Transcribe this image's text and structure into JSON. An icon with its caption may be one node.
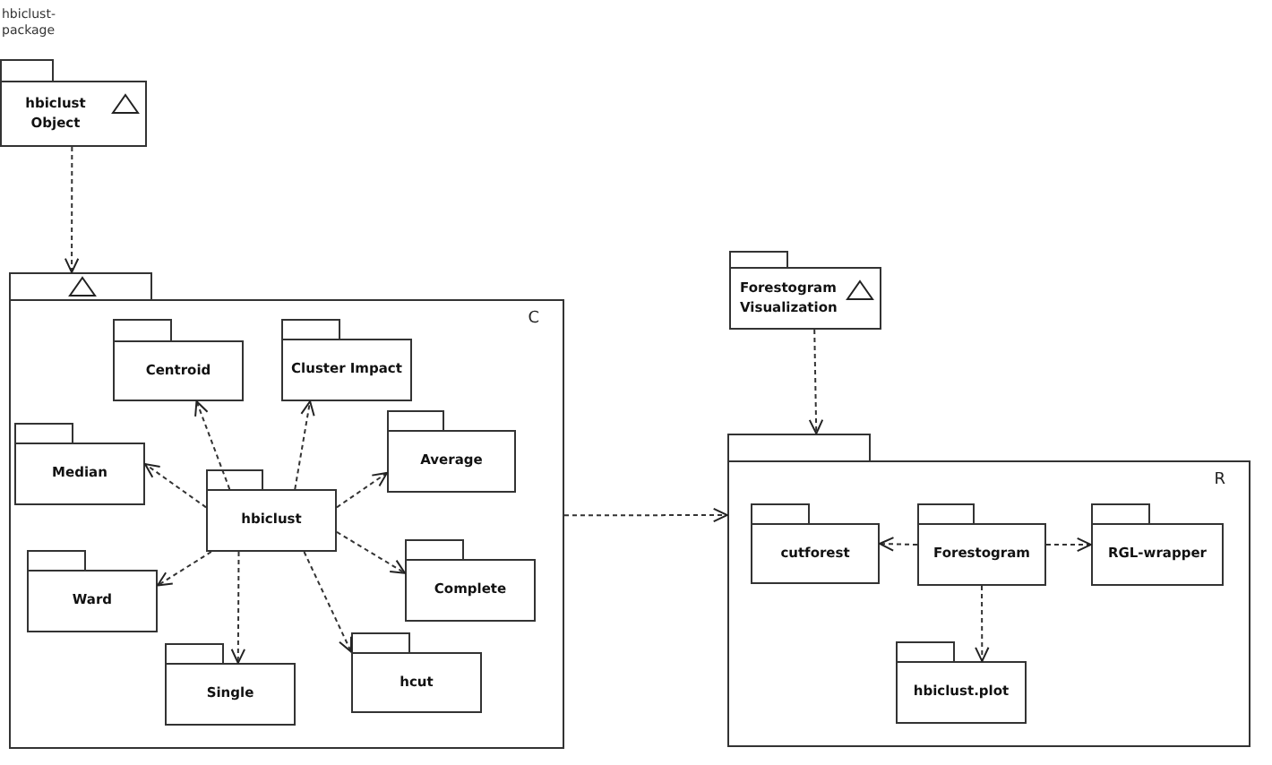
{
  "diagram": {
    "nodes": [
      {
        "text": [
          "hbiclust Object"
        ]
      },
      {
        "text": [
          "C"
        ]
      },
      {
        "text": [
          "Centroid"
        ],
        "in": 1
      },
      {
        "text": [
          "Cluster Impact"
        ],
        "in": 1
      },
      {
        "text": [
          "Median"
        ],
        "in": 1
      },
      {
        "text": [
          "hbiclust"
        ],
        "in": 1
      },
      {
        "text": [
          "Average"
        ],
        "in": 1
      },
      {
        "text": [
          "Ward"
        ],
        "in": 1
      },
      {
        "text": [
          "Complete"
        ],
        "in": 1
      },
      {
        "text": [
          "Single"
        ],
        "in": 1
      },
      {
        "text": [
          "hcut"
        ],
        "in": 1
      },
      {
        "text": [
          "Forestogram Visualization"
        ]
      },
      {
        "text": [
          "R"
        ]
      },
      {
        "text": [
          "cutforest"
        ],
        "in": 12
      },
      {
        "text": [
          "Forestogram"
        ],
        "in": 12
      },
      {
        "text": [
          "RGL-wrapper"
        ],
        "in": 12
      },
      {
        "text": [
          "hbiclust.plot"
        ],
        "in": 12
      }
    ],
    "edges": [
      {
        "from": 0,
        "to": 1,
        "arrow": "to",
        "style": "dashed"
      },
      {
        "from": 5,
        "to": 2,
        "arrow": "to",
        "style": "dashed"
      },
      {
        "from": 5,
        "to": 3,
        "arrow": "to",
        "style": "dashed"
      },
      {
        "from": 5,
        "to": 4,
        "arrow": "to",
        "style": "dashed"
      },
      {
        "from": 5,
        "to": 6,
        "arrow": "to",
        "style": "dashed"
      },
      {
        "from": 5,
        "to": 7,
        "arrow": "to",
        "style": "dashed"
      },
      {
        "from": 5,
        "to": 8,
        "arrow": "to",
        "style": "dashed"
      },
      {
        "from": 5,
        "to": 9,
        "arrow": "to",
        "style": "dashed"
      },
      {
        "from": 5,
        "to": 10,
        "arrow": "to",
        "style": "dashed"
      },
      {
        "from": 1,
        "to": 12,
        "arrow": "to",
        "style": "dashed"
      },
      {
        "from": 11,
        "to": 12,
        "arrow": "to",
        "style": "dashed"
      },
      {
        "from": 14,
        "to": 13,
        "arrow": "to",
        "style": "dashed"
      },
      {
        "from": 14,
        "to": 15,
        "arrow": "to",
        "style": "dashed"
      },
      {
        "from": 14,
        "to": 16,
        "arrow": "to",
        "style": "dashed"
      }
    ],
    "labels": [
      "hbiclust-package"
    ]
  }
}
